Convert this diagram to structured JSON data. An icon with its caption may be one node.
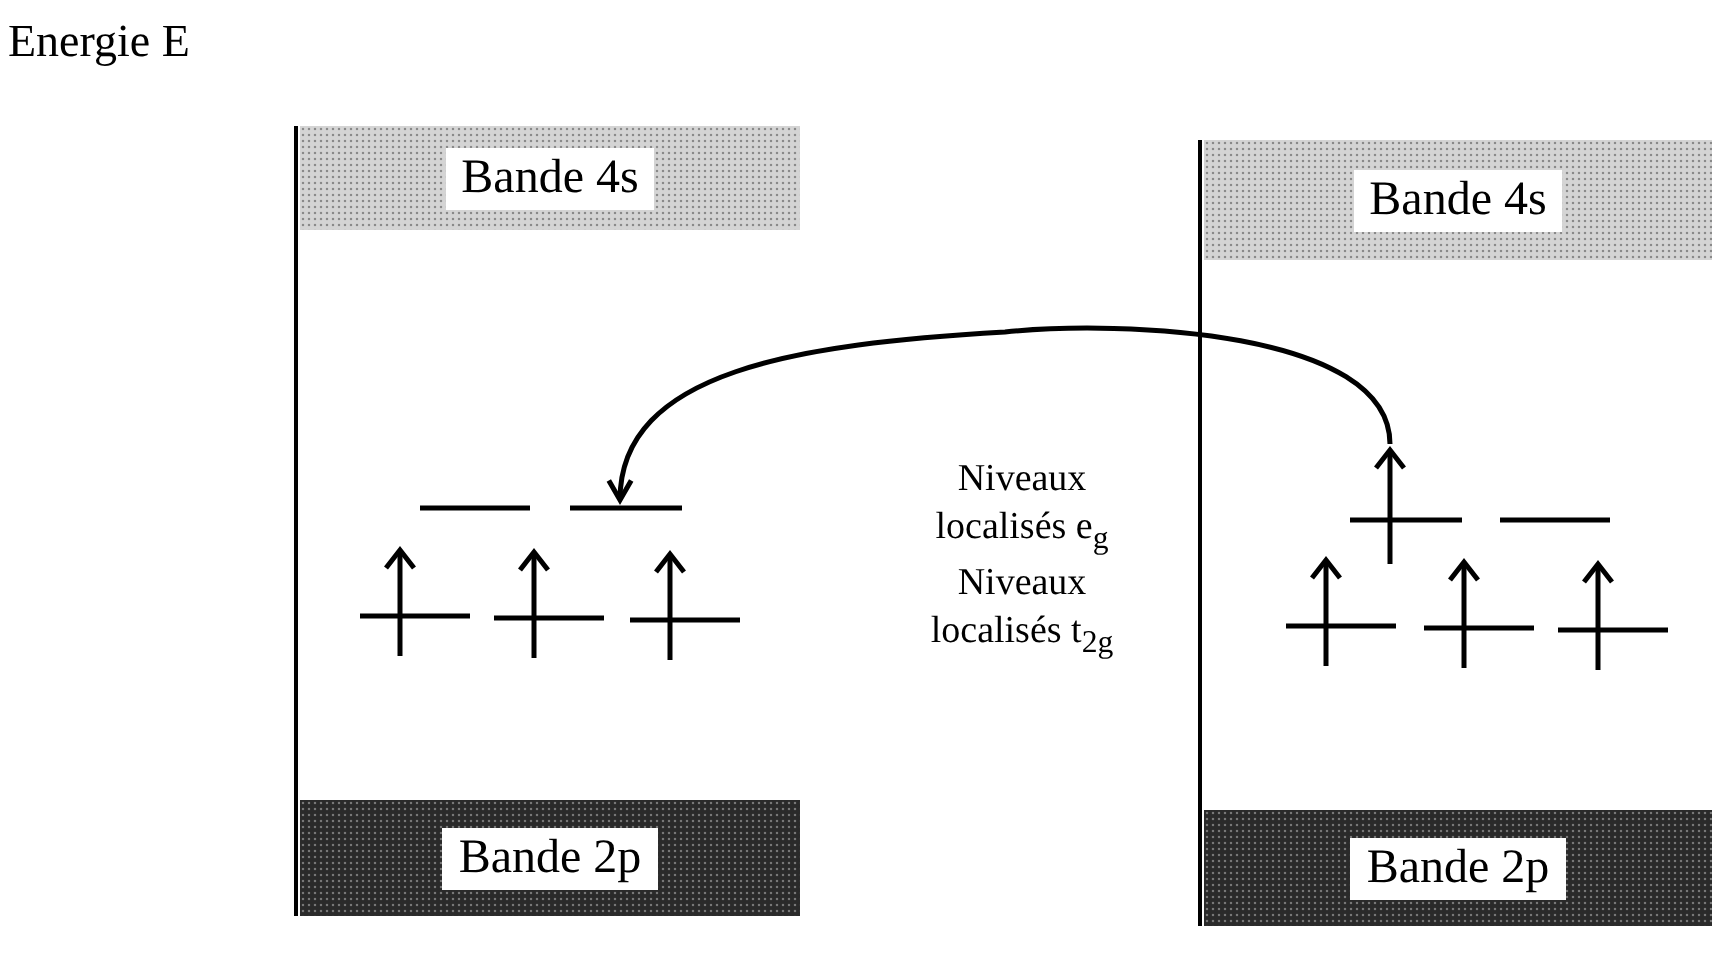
{
  "diagram": {
    "nodes": [
      {
        "text": [
          "Bande 4s"
        ]
      },
      {
        "text": [
          "Bande 2p"
        ]
      },
      {
        "text": [
          "Bande 4s"
        ]
      },
      {
        "text": [
          "Bande 2p"
        ]
      },
      {
        "text": [],
        "shape": "bar"
      },
      {
        "text": [],
        "shape": "bar"
      }
    ],
    "edges": [
      {
        "from": 5,
        "to": 4,
        "arrow": "to"
      }
    ],
    "labels": [
      "Energie E",
      "Niveaux localisés e$_{g}$",
      "Niveaux localisés t$_{2g}$"
    ]
  }
}
